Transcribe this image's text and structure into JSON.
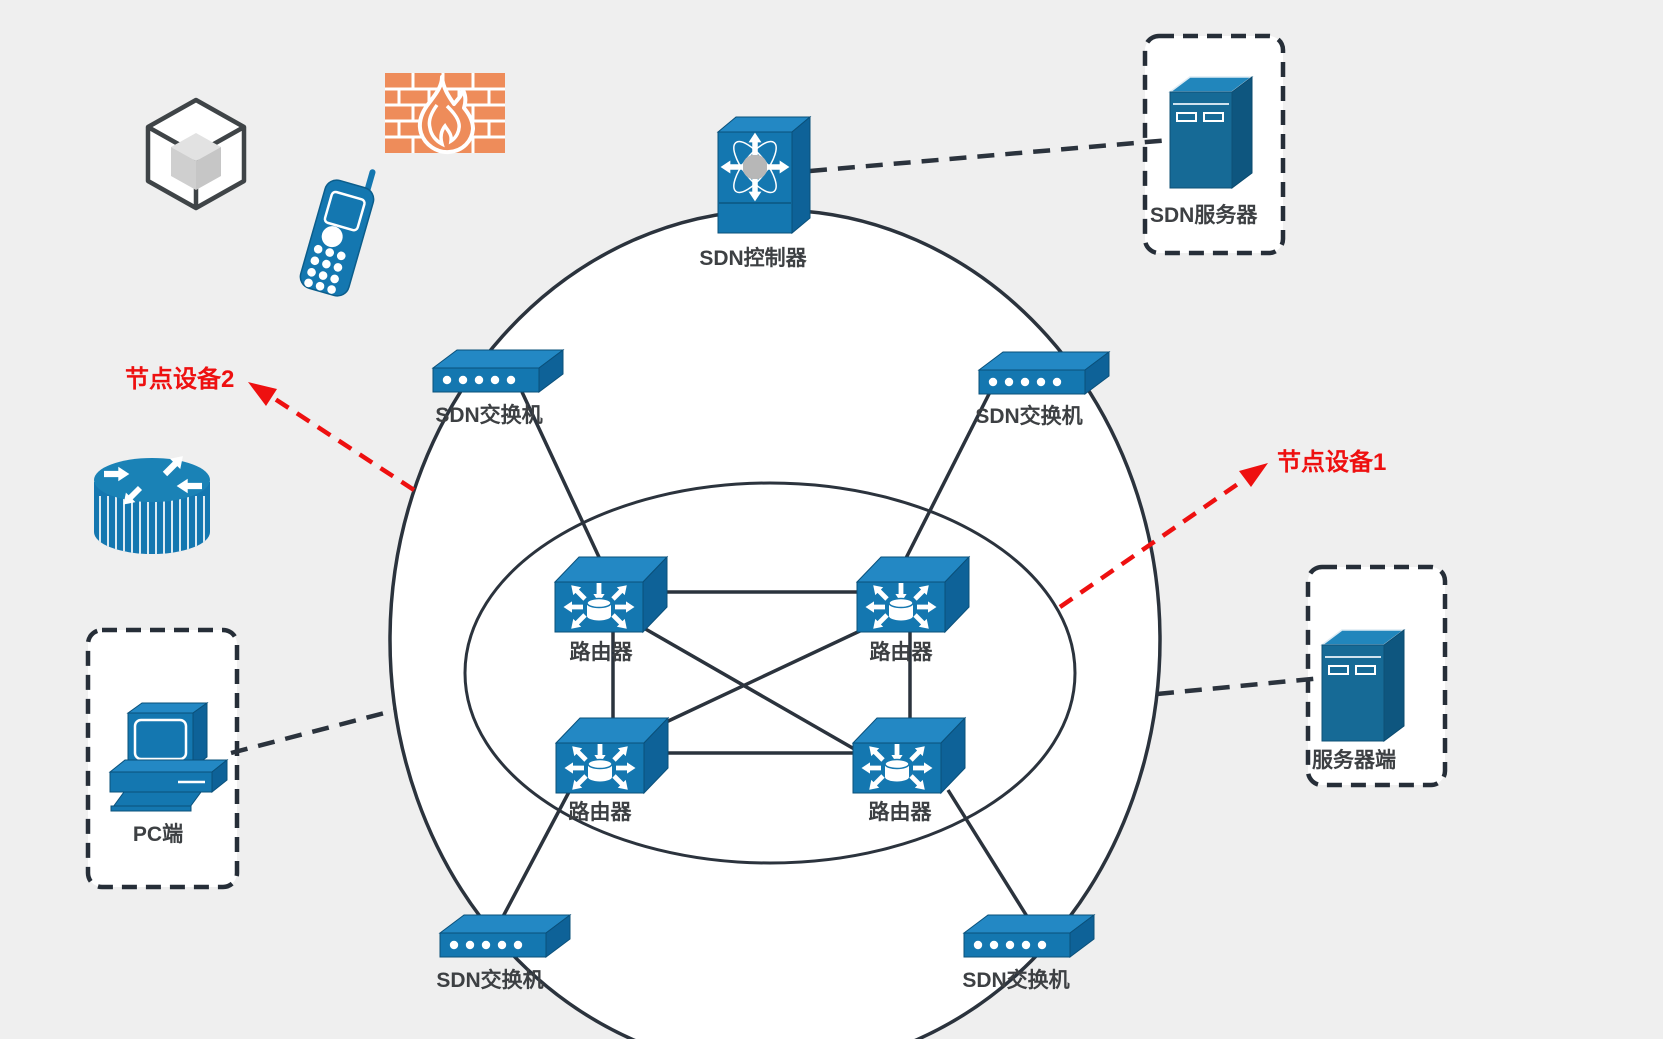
{
  "background": "#efefef",
  "colors": {
    "device_blue": "#1477b0",
    "device_blue_light": "#2388c4",
    "device_blue_dark": "#0e6298",
    "outline_dark": "#2b333d",
    "label_text": "#3d4043",
    "callout_red": "#ee1010",
    "firewall_orange": "#ee8c5a",
    "canvas_white": "#ffffff"
  },
  "nodes": {
    "sdn_controller": {
      "label": "SDN控制器"
    },
    "sdn_server": {
      "label": "SDN服务器"
    },
    "switch_top_left": {
      "label": "SDN交换机"
    },
    "switch_top_right": {
      "label": "SDN交换机"
    },
    "switch_bottom_left": {
      "label": "SDN交换机"
    },
    "switch_bottom_right": {
      "label": "SDN交换机"
    },
    "router_top_left": {
      "label": "路由器"
    },
    "router_top_right": {
      "label": "路由器"
    },
    "router_bottom_left": {
      "label": "路由器"
    },
    "router_bottom_right": {
      "label": "路由器"
    },
    "pc": {
      "label": "PC端"
    },
    "server_side": {
      "label": "服务器端"
    }
  },
  "callouts": {
    "node_device_1": {
      "label": "节点设备1"
    },
    "node_device_2": {
      "label": "节点设备2"
    }
  },
  "decorations": {
    "cube_icon": "3d-cube",
    "firewall_icon": "firewall-brick-flame",
    "phone_icon": "mobile-phone",
    "cylinder_router_icon": "router-cylinder"
  }
}
